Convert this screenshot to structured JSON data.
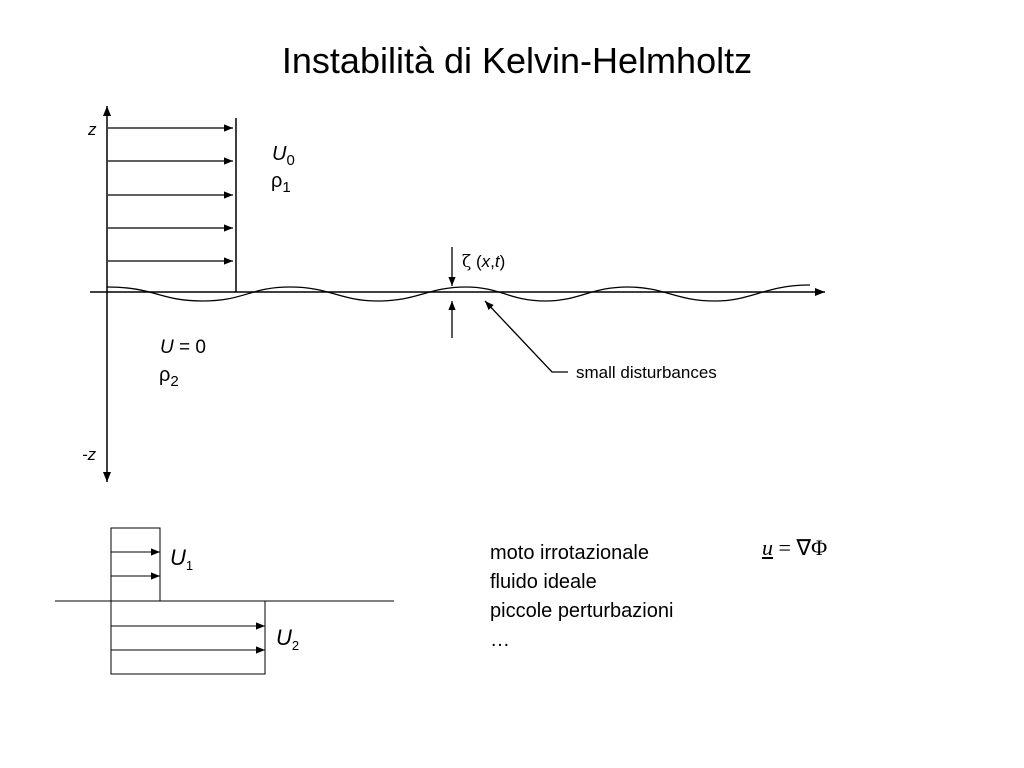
{
  "title": "Instabilità di Kelvin-Helmholtz",
  "diagram": {
    "axis_top_label": "z",
    "axis_bottom_label": "-z",
    "upper_velocity": {
      "symbol": "U",
      "subscript": "0"
    },
    "upper_density": {
      "symbol": "ρ",
      "subscript": "1"
    },
    "lower_velocity": "U = 0",
    "lower_density": {
      "symbol": "ρ",
      "subscript": "2"
    },
    "zeta_symbol": "ζ",
    "zeta_args": {
      "open": " (",
      "x": "x",
      "comma": ",",
      "t": "t",
      "close": ")"
    },
    "disturbance_label": "small disturbances"
  },
  "profile": {
    "u1": {
      "symbol": "U",
      "subscript": "1"
    },
    "u2": {
      "symbol": "U",
      "subscript": "2"
    }
  },
  "notes": [
    "moto irrotazionale",
    "fluido ideale",
    "piccole perturbazioni",
    "…"
  ],
  "formula": {
    "lhs": "u",
    "rhs": " = ∇Φ"
  }
}
